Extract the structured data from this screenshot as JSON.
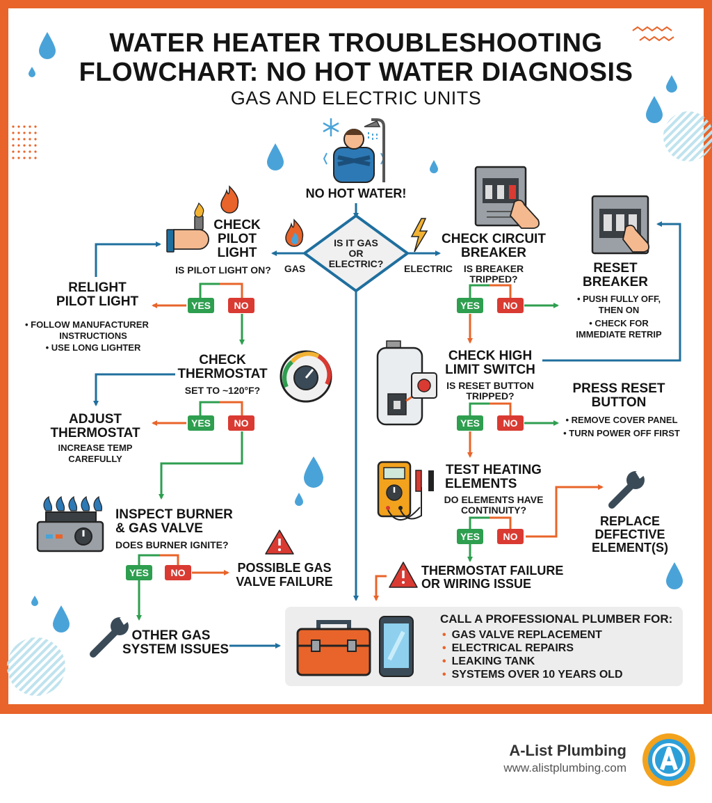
{
  "title": {
    "line1": "WATER HEATER TROUBLESHOOTING",
    "line2": "FLOWCHART: NO HOT WATER DIAGNOSIS",
    "subtitle": "GAS AND ELECTRIC UNITS"
  },
  "start": "NO HOT WATER!",
  "decision": {
    "l1": "IS IT GAS",
    "l2": "OR",
    "l3": "ELECTRIC?",
    "gas": "GAS",
    "electric": "ELECTRIC"
  },
  "yes": "YES",
  "no": "NO",
  "gas": {
    "pilot": {
      "l1": "CHECK",
      "l2": "PILOT",
      "l3": "LIGHT",
      "q": "IS PILOT LIGHT ON?"
    },
    "relight": {
      "l1": "RELIGHT",
      "l2": "PILOT LIGHT",
      "b1": "• FOLLOW MANUFACTURER",
      "b1b": "INSTRUCTIONS",
      "b2": "• USE LONG LIGHTER"
    },
    "thermostat": {
      "l1": "CHECK",
      "l2": "THERMOSTAT",
      "q": "SET TO ~120°F?"
    },
    "adjust": {
      "l1": "ADJUST",
      "l2": "THERMOSTAT",
      "s1": "INCREASE TEMP",
      "s2": "CAREFULLY"
    },
    "burner": {
      "l1": "INSPECT BURNER",
      "l2": "& GAS VALVE",
      "q": "DOES BURNER IGNITE?"
    },
    "valve": {
      "l1": "POSSIBLE GAS",
      "l2": "VALVE FAILURE"
    },
    "other": {
      "l1": "OTHER GAS",
      "l2": "SYSTEM ISSUES"
    }
  },
  "electric": {
    "breaker": {
      "l1": "CHECK CIRCUIT",
      "l2": "BREAKER",
      "q1": "IS BREAKER",
      "q2": "TRIPPED?"
    },
    "reset": {
      "l1": "RESET",
      "l2": "BREAKER",
      "b1": "• PUSH FULLY OFF,",
      "b1b": "THEN ON",
      "b2": "• CHECK FOR",
      "b2b": "IMMEDIATE RETRIP"
    },
    "highlimit": {
      "l1": "CHECK HIGH",
      "l2": "LIMIT SWITCH",
      "q1": "IS RESET BUTTON",
      "q2": "TRIPPED?"
    },
    "press": {
      "l1": "PRESS RESET",
      "l2": "BUTTON",
      "b1": "• REMOVE COVER PANEL",
      "b2": "• TURN POWER OFF FIRST"
    },
    "elements": {
      "l1": "TEST HEATING",
      "l2": "ELEMENTS",
      "q1": "DO ELEMENTS HAVE",
      "q2": "CONTINUITY?"
    },
    "replace": {
      "l1": "REPLACE",
      "l2": "DEFECTIVE",
      "l3": "ELEMENT(S)"
    },
    "thermo_fail": {
      "l1": "THERMOSTAT FAILURE",
      "l2": "OR WIRING ISSUE"
    }
  },
  "professional": {
    "title": "CALL A PROFESSIONAL PLUMBER FOR:",
    "items": [
      "GAS VALVE REPLACEMENT",
      "ELECTRICAL REPAIRS",
      "LEAKING TANK",
      "SYSTEMS OVER 10 YEARS OLD"
    ]
  },
  "brand": {
    "name": "A-List Plumbing",
    "url": "www.alistplumbing.com"
  },
  "colors": {
    "frame": "#e8642a",
    "yes": "#2e9e4f",
    "no": "#d93a32",
    "flow": "#1f6f9e",
    "drop": "#4aa3d8"
  },
  "icons": [
    "water-drop-icon",
    "person-cold-icon",
    "shower-icon",
    "snowflake-icon",
    "lighter-icon",
    "flame-icon",
    "lightning-icon",
    "breaker-panel-icon",
    "breaker-switch-icon",
    "thermostat-dial-icon",
    "water-heater-icon",
    "gas-burner-icon",
    "warning-icon",
    "multimeter-icon",
    "wrench-icon",
    "toolbox-icon",
    "phone-icon",
    "logo-a-icon"
  ]
}
